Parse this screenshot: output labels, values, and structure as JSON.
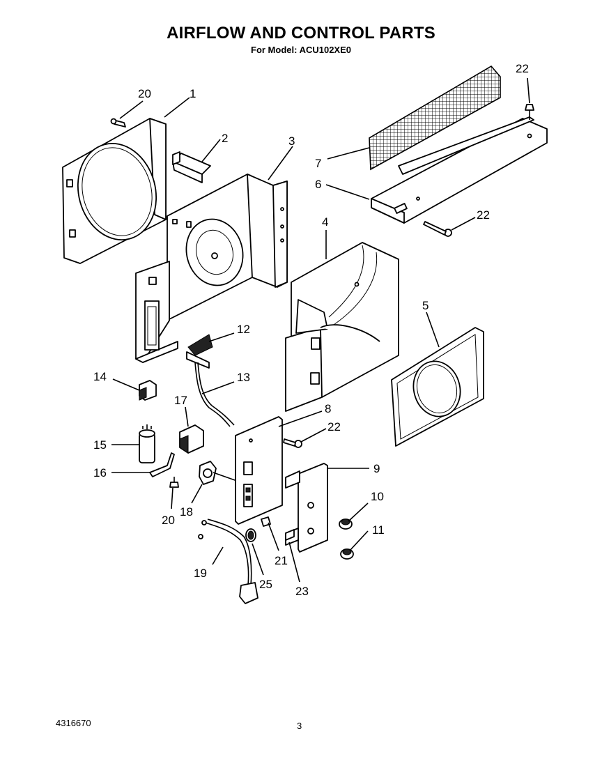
{
  "title": "AIRFLOW AND CONTROL PARTS",
  "subtitle": "For Model: ACU102XE0",
  "footer": {
    "doc_number": "4316670",
    "page": "3"
  },
  "callouts": {
    "c1": "1",
    "c2": "2",
    "c3": "3",
    "c4": "4",
    "c5": "5",
    "c6": "6",
    "c7": "7",
    "c8": "8",
    "c9": "9",
    "c10": "10",
    "c11": "11",
    "c12": "12",
    "c13": "13",
    "c14": "14",
    "c15": "15",
    "c16": "16",
    "c17": "17",
    "c18": "18",
    "c19": "19",
    "c20a": "20",
    "c20b": "20",
    "c21": "21",
    "c22a": "22",
    "c22b": "22",
    "c22c": "22",
    "c23": "23",
    "c25": "25"
  }
}
